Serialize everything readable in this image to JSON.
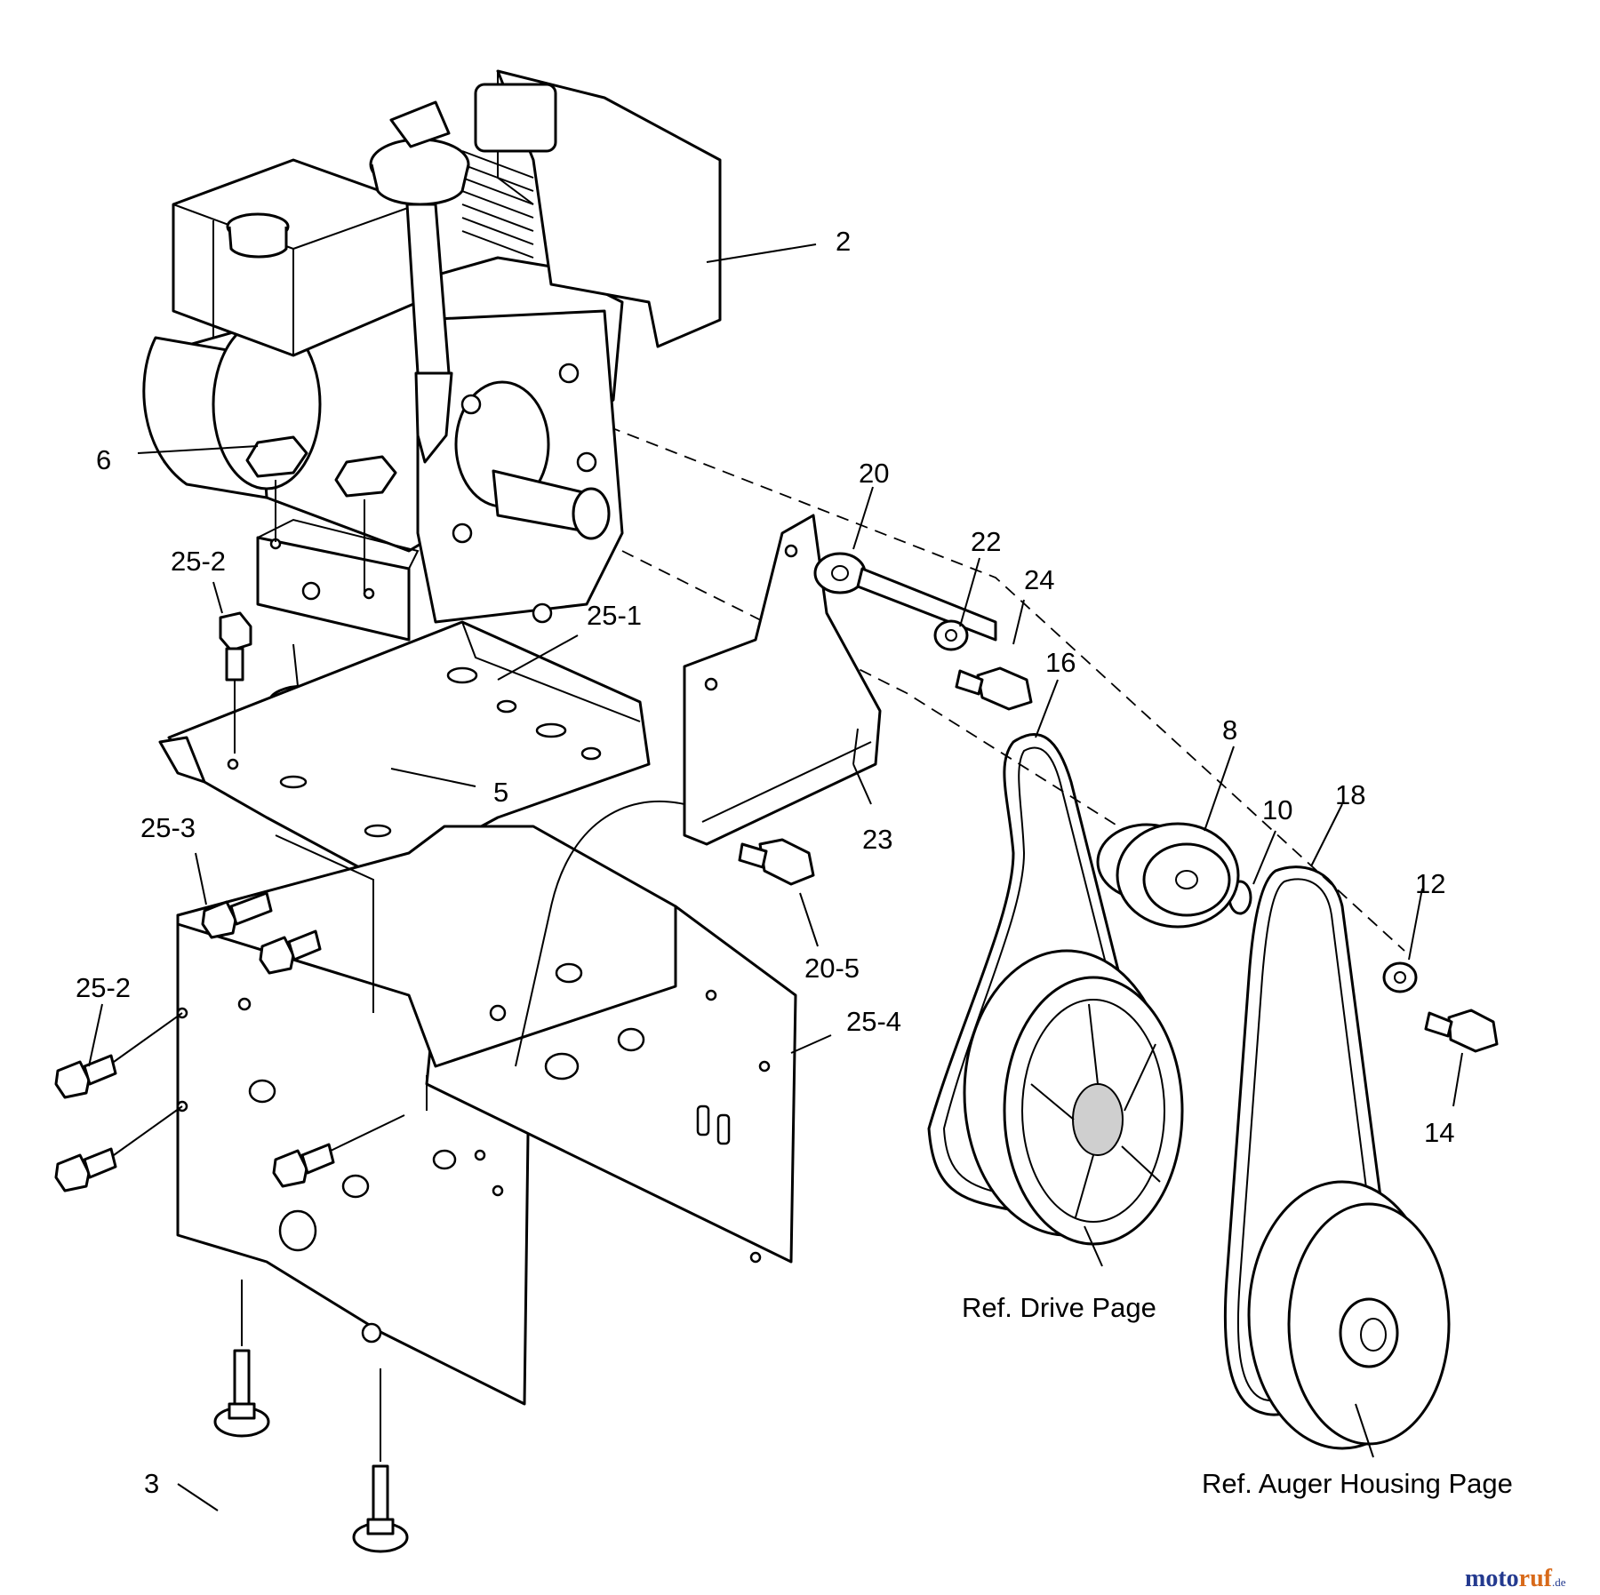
{
  "callouts": {
    "c2": "2",
    "c6": "6",
    "c20": "20",
    "c22": "22",
    "c24": "24",
    "c25_2a": "25-2",
    "c25_1": "25-1",
    "c16": "16",
    "c8": "8",
    "c10": "10",
    "c18": "18",
    "c5": "5",
    "c25_3": "25-3",
    "c23": "23",
    "c12": "12",
    "c20_5": "20-5",
    "c25_2b": "25-2",
    "c25_4": "25-4",
    "c14": "14",
    "c3": "3"
  },
  "references": {
    "drive": "Ref. Drive Page",
    "auger": "Ref. Auger Housing Page"
  },
  "watermark": {
    "part1": "moto",
    "part2": "ruf",
    "part3": ".de"
  },
  "colors": {
    "line": "#000000",
    "watermark_blue": "#243a8f",
    "watermark_orange": "#d86a1a"
  }
}
